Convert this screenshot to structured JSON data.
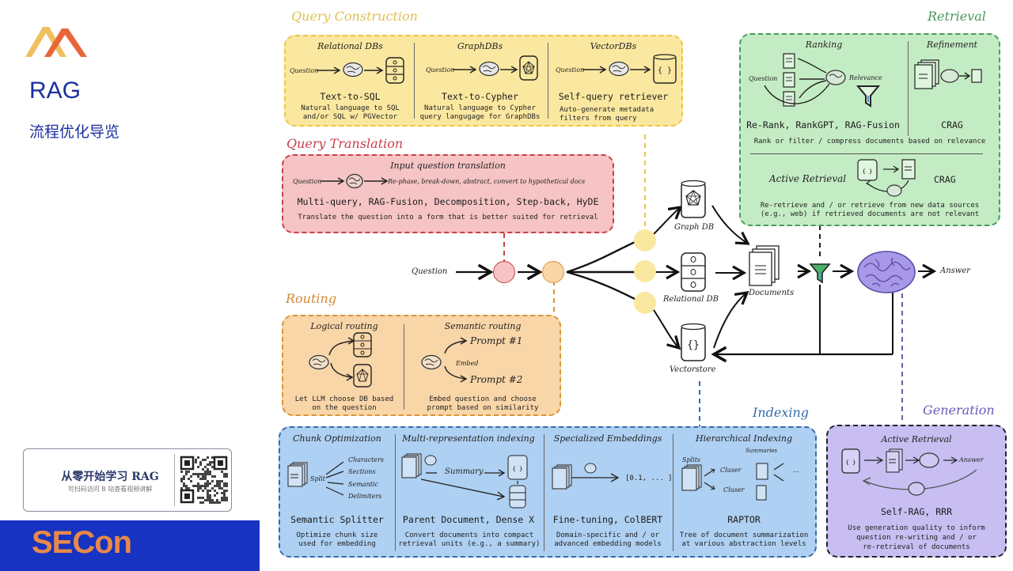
{
  "slide": {
    "title": "RAG",
    "subtitle": "流程优化导览",
    "card_title": "从零开始学习 RAG",
    "card_subtitle": "可扫码访问 B 站查看视频讲解",
    "footer_logo": "SECon",
    "colors": {
      "title_blue": "#1a2fa0",
      "footer_bg": "#1633c2",
      "footer_logo": "#e8894a",
      "logo_yellow": "#f0c060",
      "logo_orange": "#e8663a"
    }
  },
  "query_construction": {
    "title": "Query Construction",
    "color": "#e8c64a",
    "fill": "#fbe8a0",
    "columns": [
      {
        "heading": "Relational DBs",
        "input": "Question",
        "name": "Text-to-SQL",
        "desc": [
          "Natural language to SQL",
          "and/or SQL w/ PGVector"
        ]
      },
      {
        "heading": "GraphDBs",
        "input": "Question",
        "name": "Text-to-Cypher",
        "desc": [
          "Natural language to Cypher",
          "query langugage for GraphDBs"
        ]
      },
      {
        "heading": "VectorDBs",
        "input": "Question",
        "name": "Self-query retriever",
        "desc": [
          "Auto-generate metadata",
          "filters from query"
        ]
      }
    ]
  },
  "query_translation": {
    "title": "Query Translation",
    "color": "#c8404a",
    "fill": "#f6c4c4",
    "heading": "Input question translation",
    "input": "Question",
    "flow_text": "Re-phase, break-down, abstract, convert to hypothetical docs",
    "name": "Multi-query, RAG-Fusion, Decomposition, Step-back, HyDE",
    "desc": "Translate the question into a form that is better suited for retrieval"
  },
  "routing": {
    "title": "Routing",
    "color": "#d8943a",
    "fill": "#f9d6a8",
    "logical": {
      "heading": "Logical routing",
      "desc": [
        "Let LLM choose DB based",
        "on the question"
      ]
    },
    "semantic": {
      "heading": "Semantic routing",
      "embed": "Embed",
      "prompt1": "Prompt #1",
      "prompt2": "Prompt #2",
      "desc": [
        "Embed question and choose",
        "prompt based on similarity"
      ]
    }
  },
  "retrieval": {
    "title": "Retrieval",
    "color": "#4a9a5a",
    "fill": "#c4ecc4",
    "ranking": {
      "heading": "Ranking",
      "input": "Question",
      "relevance": "Relevance",
      "name": "Re-Rank, RankGPT, RAG-Fusion"
    },
    "refinement": {
      "heading": "Refinement",
      "name": "CRAG"
    },
    "desc": "Rank or filter / compress documents based on relevance",
    "active": {
      "heading": "Active Retrieval",
      "name": "CRAG",
      "desc": [
        "Re-retrieve and / or retrieve from new data sources",
        "(e.g., web) if retrieved documents are not relevant"
      ]
    }
  },
  "indexing": {
    "title": "Indexing",
    "color": "#3a6aaa",
    "fill": "#aed0f2",
    "columns": [
      {
        "heading": "Chunk Optimization",
        "labels": [
          "Split",
          "Characters",
          "Sections",
          "Semantic",
          "Delimiters"
        ],
        "name": "Semantic Splitter",
        "desc": [
          "Optimize chunk size",
          "used for embedding"
        ]
      },
      {
        "heading": "Multi-representation indexing",
        "labels": [
          "Summary"
        ],
        "name": "Parent Document, Dense X",
        "desc": [
          "Convert documents into compact",
          "retrieval units (e.g., a summary)"
        ]
      },
      {
        "heading": "Specialized Embeddings",
        "labels": [
          "[0.1, ... ]"
        ],
        "name": "Fine-tuning, ColBERT",
        "desc": [
          "Domain-specific and / or",
          "advanced embedding models"
        ]
      },
      {
        "heading": "Hierarchical Indexing",
        "labels": [
          "Splits",
          "Summaries",
          "Cluser",
          "Cluser",
          "..."
        ],
        "name": "RAPTOR",
        "desc": [
          "Tree of document summarization",
          "at various abstraction levels"
        ]
      }
    ]
  },
  "generation": {
    "title": "Generation",
    "color": "#6a5ab8",
    "fill": "#c8bef2",
    "heading": "Active Retrieval",
    "answer": "Answer",
    "name": "Self-RAG, RRR",
    "desc": [
      "Use generation quality to inform",
      "question re-writing and / or",
      "re-retrieval of documents"
    ]
  },
  "pipeline": {
    "question": "Question",
    "graph_db": "Graph DB",
    "relational_db": "Relational DB",
    "vectorstore": "Vectorstore",
    "documents": "Documents",
    "answer": "Answer"
  }
}
